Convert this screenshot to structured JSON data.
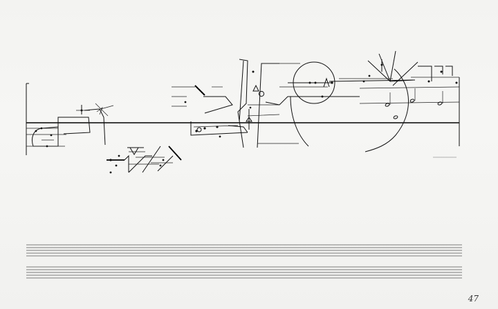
{
  "page": {
    "number": "47"
  },
  "colors": {
    "paper": "#f4f4f2",
    "ink": "#111111",
    "staff": "#555555"
  },
  "staves": {
    "empty_staff_count": 2,
    "lines_per_staff": 5
  }
}
